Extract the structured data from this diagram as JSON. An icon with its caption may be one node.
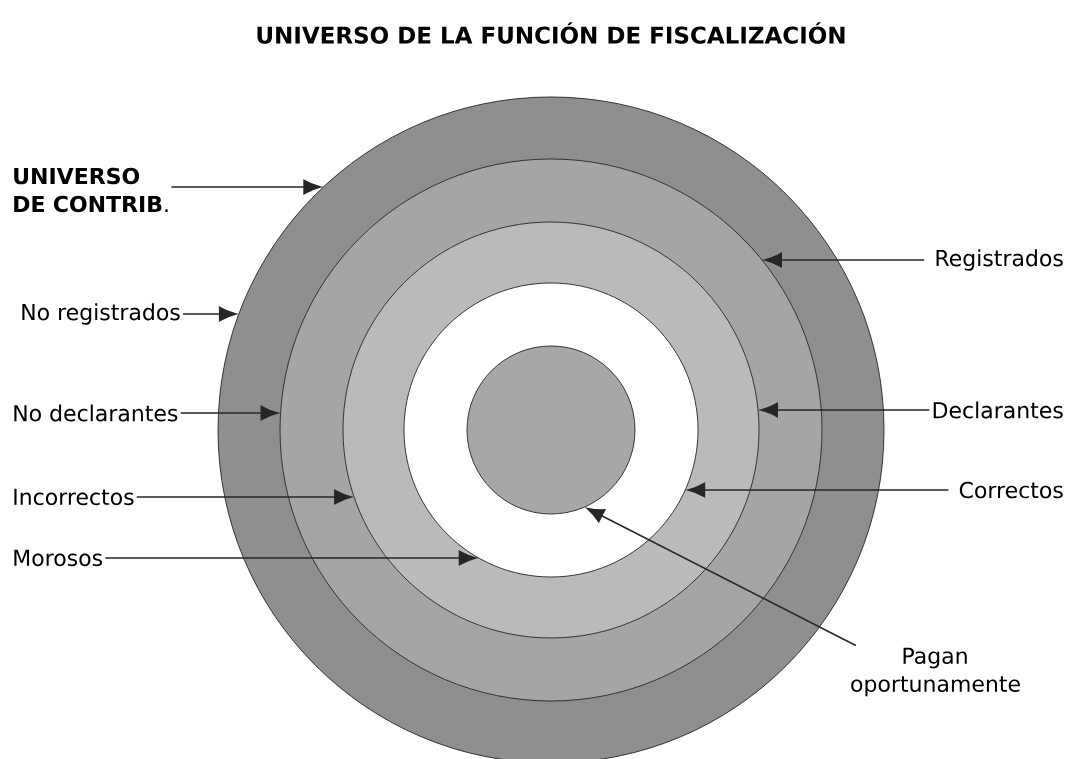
{
  "diagram": {
    "title": "UNIVERSO DE LA FUNCIÓN DE FISCALIZACIÓN",
    "nodes": [
      {
        "text": [],
        "shape": "circle"
      },
      {
        "text": [],
        "shape": "circle",
        "in": 0
      },
      {
        "text": [],
        "shape": "circle",
        "in": 1
      },
      {
        "text": [],
        "shape": "circle",
        "in": 2
      },
      {
        "text": [],
        "shape": "circle",
        "in": 3
      },
      {
        "text": [
          "**UNIVERSO DE CONTRIB**."
        ]
      },
      {
        "text": [
          "Registrados"
        ]
      },
      {
        "text": [
          "No registrados"
        ]
      },
      {
        "text": [
          "No declarantes"
        ]
      },
      {
        "text": [
          "Declarantes"
        ]
      },
      {
        "text": [
          "Incorrectos"
        ]
      },
      {
        "text": [
          "Correctos"
        ]
      },
      {
        "text": [
          "Morosos"
        ]
      },
      {
        "text": [
          "Pagan oportunamente"
        ]
      }
    ],
    "edges": [
      {
        "from": 5,
        "to": 0,
        "arrow": "to"
      },
      {
        "from": 7,
        "to": 0,
        "arrow": "to"
      },
      {
        "from": 6,
        "to": 1,
        "arrow": "to"
      },
      {
        "from": 8,
        "to": 1,
        "arrow": "to"
      },
      {
        "from": 9,
        "to": 2,
        "arrow": "to"
      },
      {
        "from": 10,
        "to": 2,
        "arrow": "to"
      },
      {
        "from": 11,
        "to": 3,
        "arrow": "to"
      },
      {
        "from": 12,
        "to": 3,
        "arrow": "to"
      },
      {
        "from": 13,
        "to": 4,
        "arrow": "to"
      }
    ]
  }
}
